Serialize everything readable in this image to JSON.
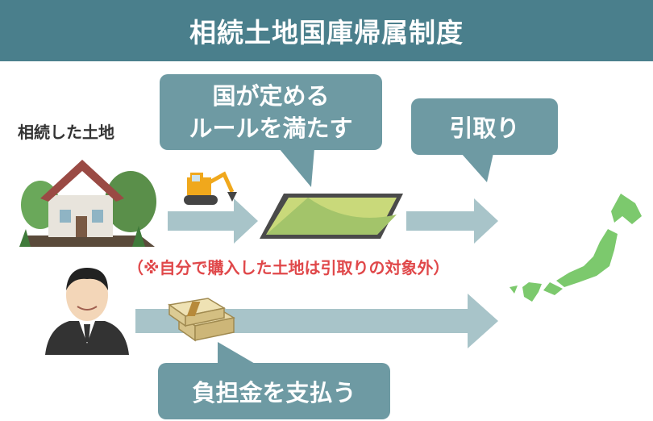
{
  "title": "相続土地国庫帰属制度",
  "bubble_rules": {
    "line1": "国が定める",
    "line2": "ルールを満たす"
  },
  "bubble_takeover": "引取り",
  "bubble_pay": "負担金を支払う",
  "label_inherited_land": "相続した土地",
  "note_excluded": "（※自分で購入した土地は引取りの対象外）",
  "colors": {
    "header": "#4a7f8c",
    "bubble": "#6e9aa3",
    "arrow": "#a8c4c9",
    "note": "#e0484a",
    "japan": "#7cc96d"
  },
  "icons": [
    "house-icon",
    "excavator-icon",
    "land-plot-icon",
    "person-icon",
    "money-bundle-icon",
    "japan-map-icon"
  ]
}
